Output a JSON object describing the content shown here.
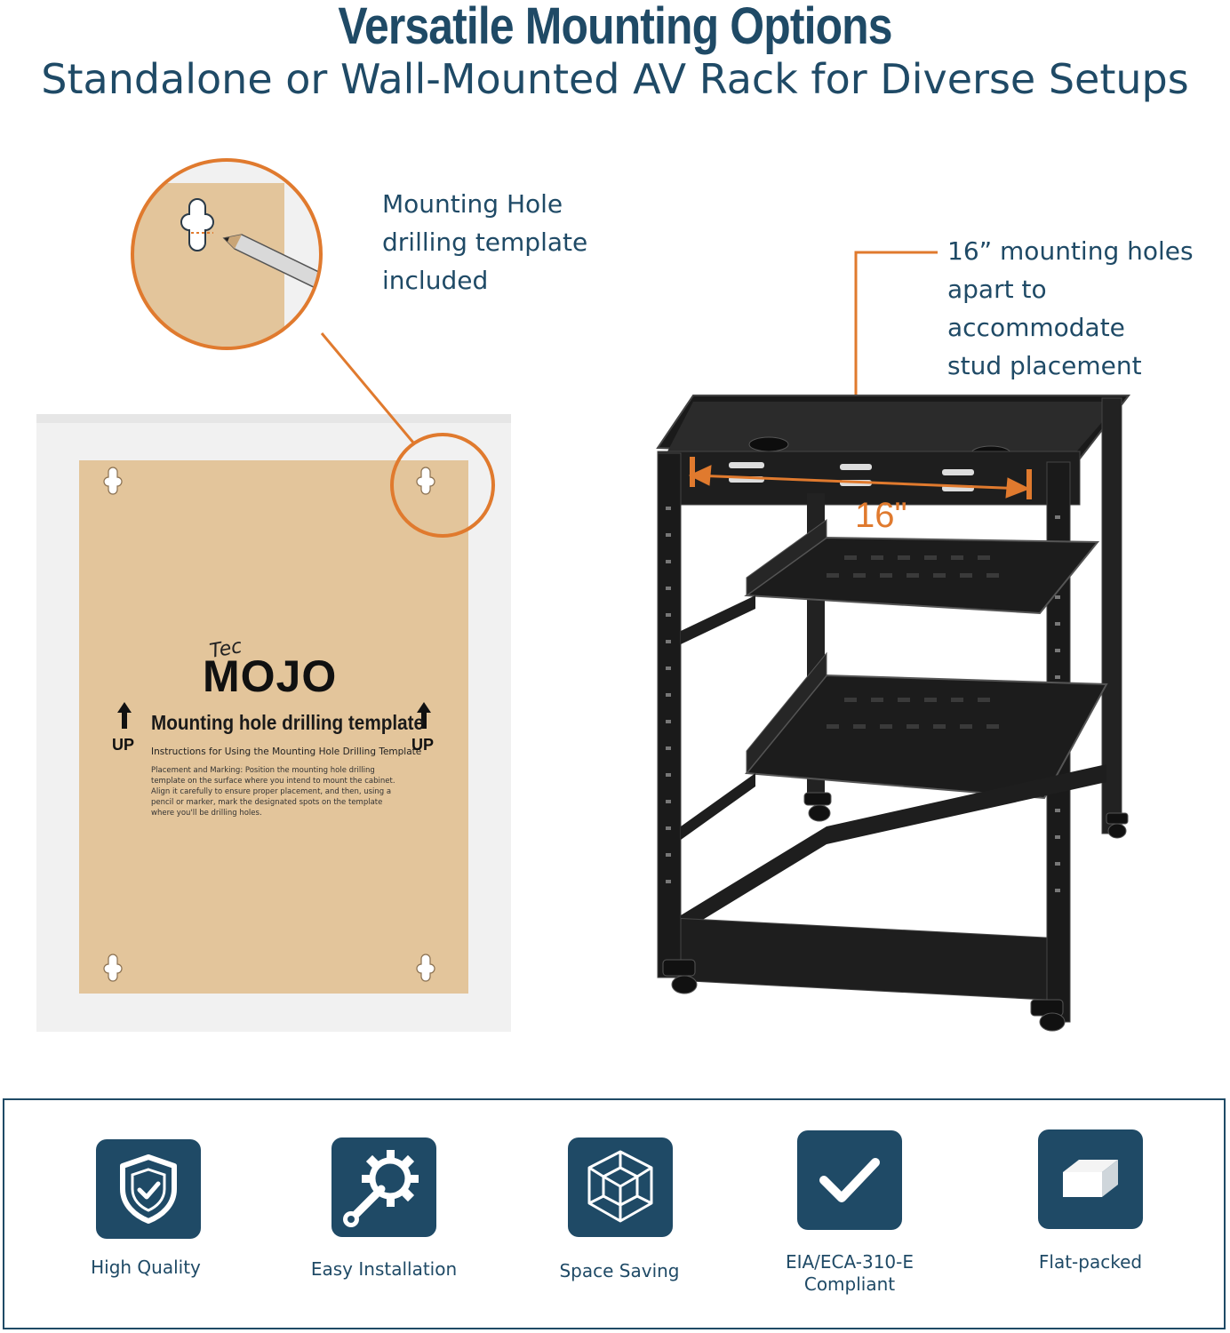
{
  "header": {
    "title": "Versatile Mounting Options",
    "subtitle": "Standalone or Wall-Mounted AV Rack for Diverse Setups"
  },
  "callouts": {
    "template_note": "Mounting Hole\ndrilling template\nincluded",
    "holes_note": "16” mounting holes\napart to accommodate\nstud placement",
    "measure": "16\""
  },
  "template": {
    "brand_small": "Tec",
    "brand_big": "MOJO",
    "heading": "Mounting hole drilling template",
    "instructions_title": "Instructions for Using the Mounting Hole Drilling Template",
    "instructions_body": "Placement and Marking: Position the mounting hole drilling template on the surface where you intend to mount the cabinet. Align it carefully to ensure proper placement, and then, using a pencil or marker, mark the designated spots on the template where you'll be drilling holes.",
    "up_left": "UP",
    "up_right": "UP"
  },
  "features": [
    {
      "label": "High Quality",
      "icon": "shield-check-icon"
    },
    {
      "label": "Easy Installation",
      "icon": "gear-wrench-icon"
    },
    {
      "label": "Space Saving",
      "icon": "cube-icon"
    },
    {
      "label": "EIA/ECA-310-E\nCompliant",
      "icon": "checkmark-icon"
    },
    {
      "label": "Flat-packed",
      "icon": "flat-box-icon"
    }
  ],
  "colors": {
    "brand_navy": "#1f4a66",
    "accent_orange": "#e07a2e",
    "template_tan": "#e3c59b",
    "rack_black": "#1c1c1c"
  }
}
